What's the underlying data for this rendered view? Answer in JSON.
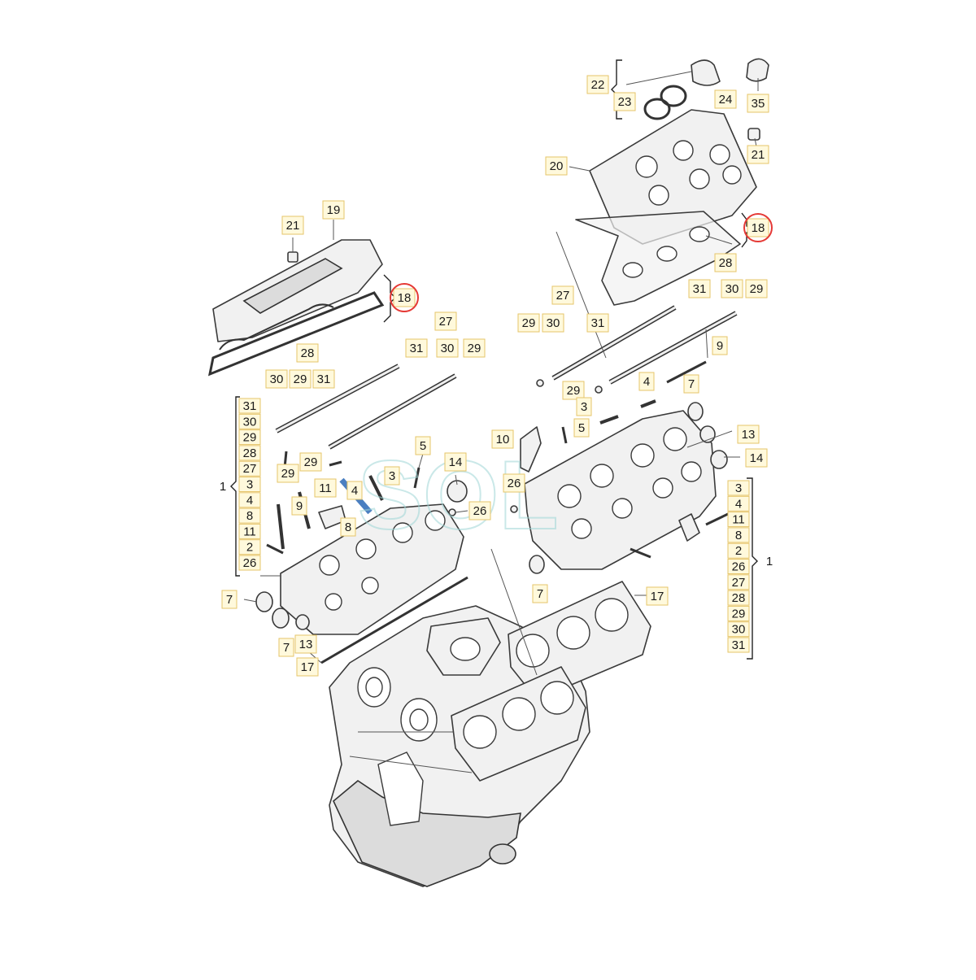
{
  "watermark": {
    "text": "SOL",
    "color": "#9fd6d6"
  },
  "highlight_color": "#e53935",
  "callouts": [
    {
      "id": "c22",
      "text": "22"
    },
    {
      "id": "c23",
      "text": "23"
    },
    {
      "id": "c24",
      "text": "24"
    },
    {
      "id": "c35",
      "text": "35"
    },
    {
      "id": "c21a",
      "text": "21"
    },
    {
      "id": "c20",
      "text": "20"
    },
    {
      "id": "c18a",
      "text": "18"
    },
    {
      "id": "c28a",
      "text": "28"
    },
    {
      "id": "c31a",
      "text": "31"
    },
    {
      "id": "c30a",
      "text": "30"
    },
    {
      "id": "c29a",
      "text": "29"
    },
    {
      "id": "c27a",
      "text": "27"
    },
    {
      "id": "c29b",
      "text": "29"
    },
    {
      "id": "c30b",
      "text": "30"
    },
    {
      "id": "c31b",
      "text": "31"
    },
    {
      "id": "c9a",
      "text": "9"
    },
    {
      "id": "c4a",
      "text": "4"
    },
    {
      "id": "c29c",
      "text": "29"
    },
    {
      "id": "c7a",
      "text": "7"
    },
    {
      "id": "c3a",
      "text": "3"
    },
    {
      "id": "c5a",
      "text": "5"
    },
    {
      "id": "c13a",
      "text": "13"
    },
    {
      "id": "c10",
      "text": "10"
    },
    {
      "id": "c14a",
      "text": "14"
    },
    {
      "id": "c26a",
      "text": "26"
    },
    {
      "id": "c7b",
      "text": "7"
    },
    {
      "id": "c17a",
      "text": "17"
    },
    {
      "id": "c21b",
      "text": "21"
    },
    {
      "id": "c19",
      "text": "19"
    },
    {
      "id": "c18b",
      "text": "18"
    },
    {
      "id": "c27b",
      "text": "27"
    },
    {
      "id": "c31c",
      "text": "31"
    },
    {
      "id": "c30c",
      "text": "30"
    },
    {
      "id": "c29d",
      "text": "29"
    },
    {
      "id": "c28b",
      "text": "28"
    },
    {
      "id": "c30d",
      "text": "30"
    },
    {
      "id": "c29e",
      "text": "29"
    },
    {
      "id": "c31d",
      "text": "31"
    },
    {
      "id": "c29f",
      "text": "29"
    },
    {
      "id": "c29g",
      "text": "29"
    },
    {
      "id": "c5b",
      "text": "5"
    },
    {
      "id": "c3b",
      "text": "3"
    },
    {
      "id": "c11a",
      "text": "11"
    },
    {
      "id": "c4b",
      "text": "4"
    },
    {
      "id": "c9b",
      "text": "9"
    },
    {
      "id": "c8a",
      "text": "8"
    },
    {
      "id": "c14b",
      "text": "14"
    },
    {
      "id": "c26b",
      "text": "26"
    },
    {
      "id": "c7c",
      "text": "7"
    },
    {
      "id": "c7d",
      "text": "7"
    },
    {
      "id": "c13b",
      "text": "13"
    },
    {
      "id": "c17b",
      "text": "17"
    }
  ],
  "left_group": {
    "number": "1",
    "items": [
      "31",
      "30",
      "29",
      "28",
      "27",
      "3",
      "4",
      "8",
      "11",
      "2",
      "26"
    ]
  },
  "right_group": {
    "number": "1",
    "items": [
      "3",
      "4",
      "11",
      "8",
      "2",
      "26",
      "27",
      "28",
      "29",
      "30",
      "31"
    ]
  }
}
